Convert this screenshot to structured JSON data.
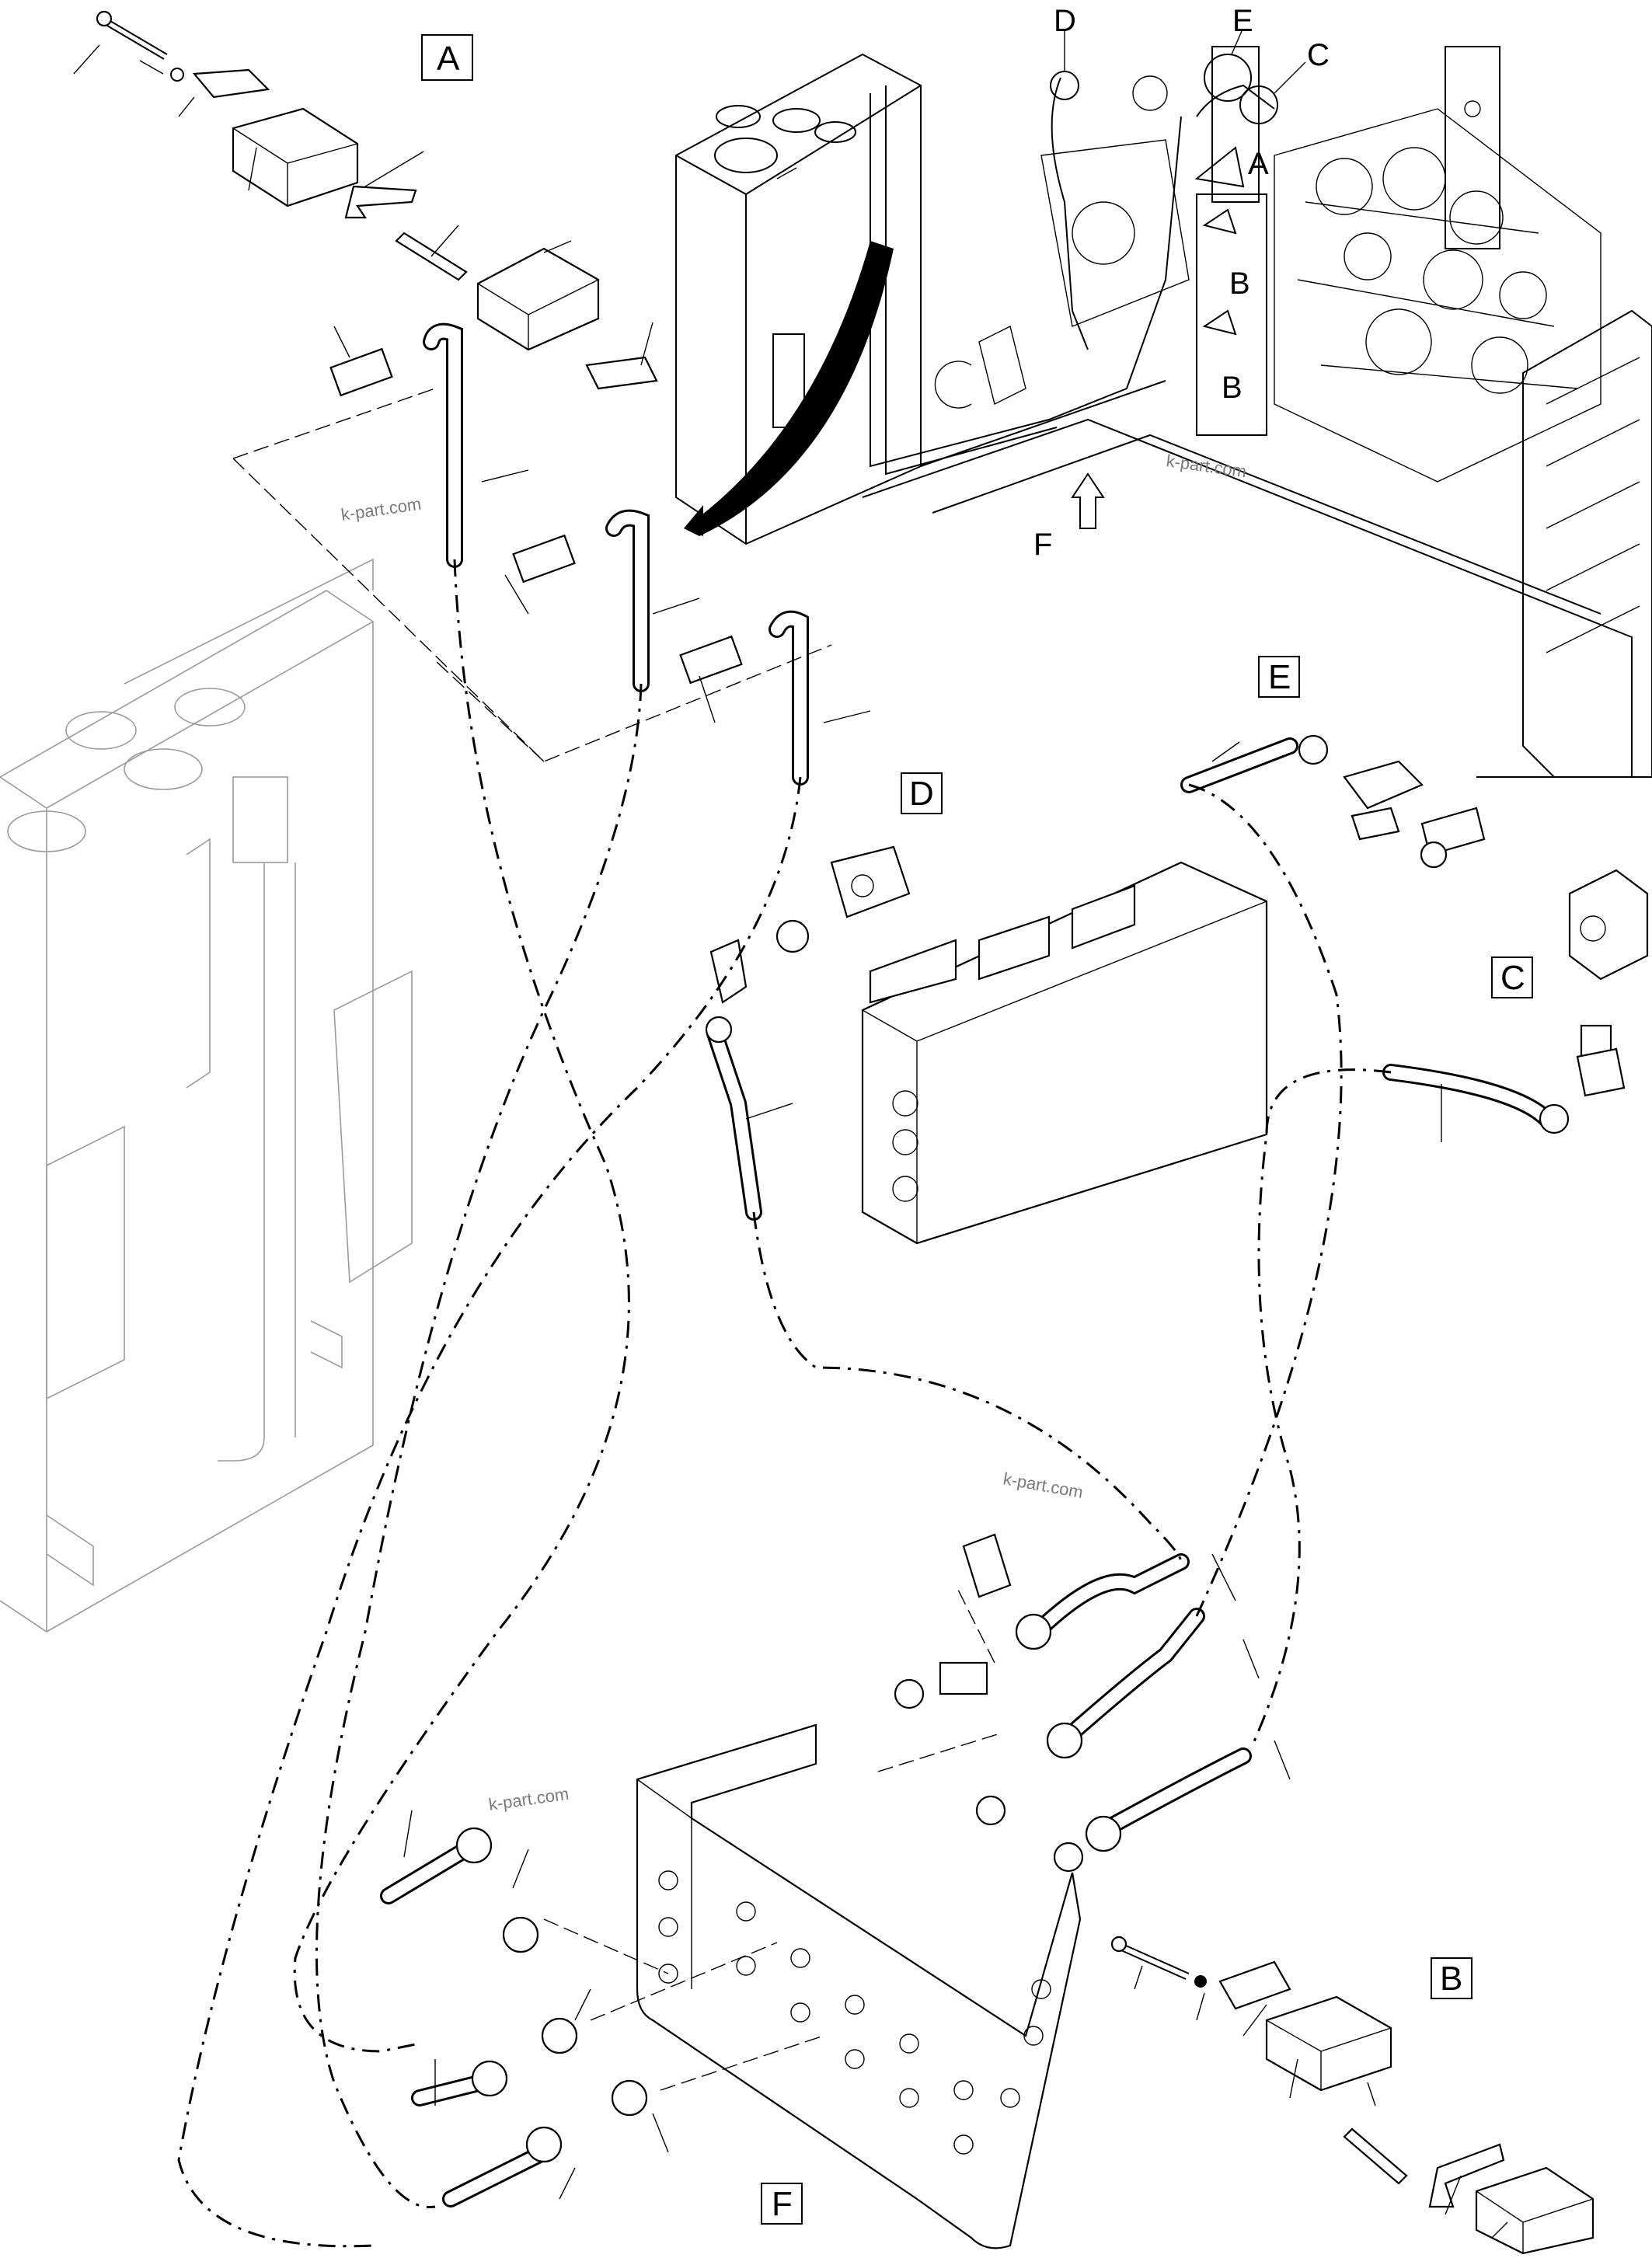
{
  "labels": {
    "A": "A",
    "B": "B",
    "C": "C",
    "D": "D",
    "E": "E",
    "F": "F"
  },
  "callouts": {
    "D": "D",
    "E": "E",
    "C": "C",
    "A": "A",
    "B1": "B",
    "B2": "B",
    "F": "F"
  },
  "watermarks": [
    "k-part.com",
    "k-part.com",
    "k-part.com",
    "k-part.com"
  ]
}
